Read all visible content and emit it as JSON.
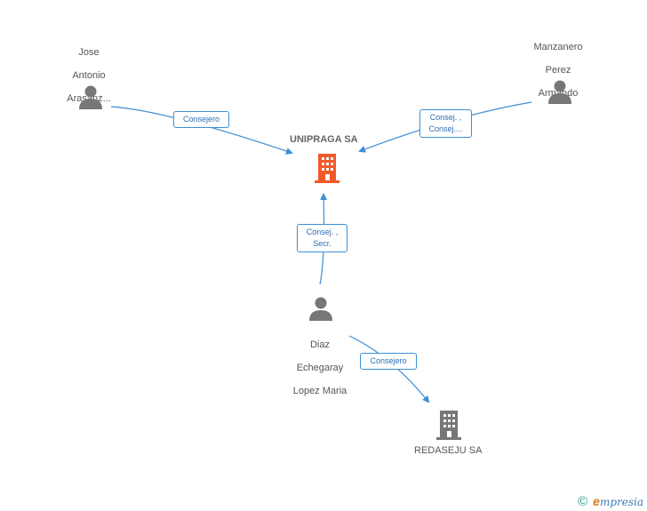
{
  "nodes": {
    "jose": {
      "lines": [
        "Jose",
        "Antonio",
        "Arasanz..."
      ]
    },
    "manzanero": {
      "lines": [
        "Manzanero",
        "Perez",
        "Armando"
      ]
    },
    "diaz": {
      "lines": [
        "Diaz",
        "Echegaray",
        "Lopez Maria"
      ]
    },
    "unipraga": {
      "label": "UNIPRAGA SA"
    },
    "redaseju": {
      "label": "REDASEJU SA"
    }
  },
  "edges": {
    "jose_unipraga": {
      "lines": [
        "Consejero"
      ]
    },
    "manzanero_unipraga": {
      "lines": [
        "Consej. ,",
        "Consej...."
      ]
    },
    "diaz_unipraga": {
      "lines": [
        "Consej. ,",
        "Secr."
      ]
    },
    "diaz_redaseju": {
      "lines": [
        "Consejero"
      ]
    }
  },
  "colors": {
    "edge": "#3d8fd7",
    "person_icon": "#777777",
    "main_company_icon": "#f05a28",
    "company_icon": "#777777"
  },
  "footer": {
    "copyright": "©",
    "brand_e": "e",
    "brand_rest": "mpresia"
  }
}
